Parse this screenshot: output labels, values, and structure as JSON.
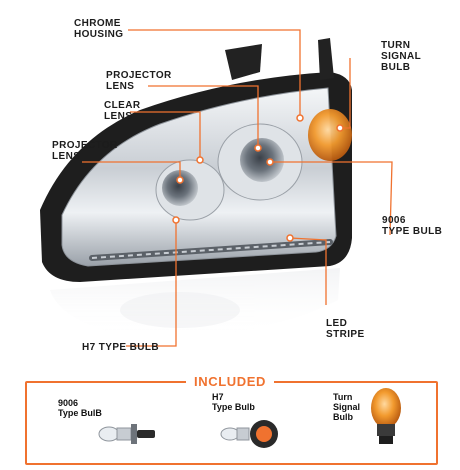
{
  "callouts": {
    "chrome_housing": [
      "CHROME",
      "HOUSING"
    ],
    "turn_signal_bulb": [
      "TURN",
      "SIGNAL",
      "BULB"
    ],
    "projector_lens_top": [
      "PROJECTOR",
      "LENS"
    ],
    "clear_lens": [
      "CLEAR",
      "LENS"
    ],
    "projector_lens_left": [
      "PROJECTOR",
      "LENS"
    ],
    "type_9006_bulb": [
      "9006",
      "TYPE BULB"
    ],
    "led_stripe": [
      "LED",
      "STRIPE"
    ],
    "h7_type_bulb": [
      "H7 TYPE BULB"
    ]
  },
  "included": {
    "title": "INCLUDED",
    "items": [
      {
        "label": [
          "9006",
          "Type BulB"
        ],
        "icon": "halogen-bulb-9006-icon"
      },
      {
        "label": [
          "H7",
          "Type Bulb"
        ],
        "icon": "halogen-bulb-h7-icon"
      },
      {
        "label": [
          "Turn",
          "Signal",
          "Bulb"
        ],
        "icon": "amber-turn-signal-bulb-icon"
      }
    ]
  },
  "colors": {
    "accent": "#f0722f",
    "leader_line": "#f0722f",
    "chrome": "#d9dde2",
    "housing_black": "#1e1e1e",
    "amber": "#f28c1e"
  }
}
